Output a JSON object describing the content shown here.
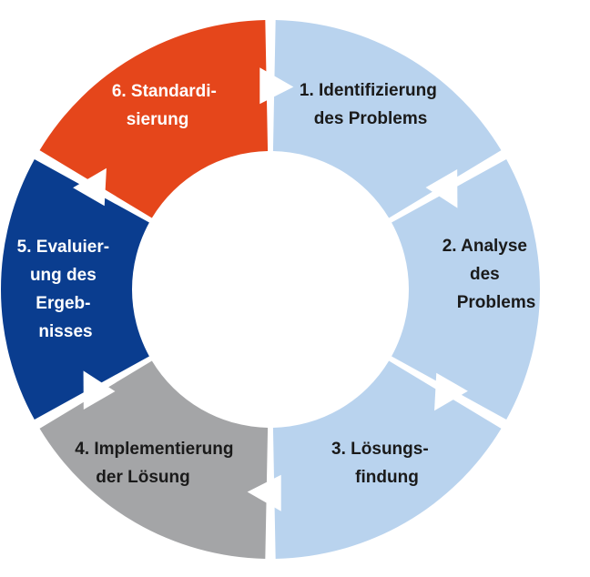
{
  "diagram": {
    "segments": [
      {
        "id": "s1",
        "lines": [
          "1. Identifizierung",
          "des Problems"
        ],
        "color": "#b9d3ee",
        "text_color": "#1a1a1a"
      },
      {
        "id": "s2",
        "lines": [
          "2. Analyse",
          "des",
          "Problems"
        ],
        "color": "#b9d3ee",
        "text_color": "#1a1a1a"
      },
      {
        "id": "s3",
        "lines": [
          "3. Lösungs-",
          "findung"
        ],
        "color": "#b9d3ee",
        "text_color": "#1a1a1a"
      },
      {
        "id": "s4",
        "lines": [
          "4. Implementierung",
          "der Lösung"
        ],
        "color": "#a4a5a7",
        "text_color": "#1a1a1a"
      },
      {
        "id": "s5",
        "lines": [
          "5. Evaluier-",
          "ung des",
          "Ergeb-",
          "nisses"
        ],
        "color": "#0a3d8f",
        "text_color": "#ffffff"
      },
      {
        "id": "s6",
        "lines": [
          "6. Standardi-",
          "sierung"
        ],
        "color": "#e5461b",
        "text_color": "#ffffff"
      }
    ],
    "arrow_color": "#ffffff",
    "background": "#ffffff"
  }
}
